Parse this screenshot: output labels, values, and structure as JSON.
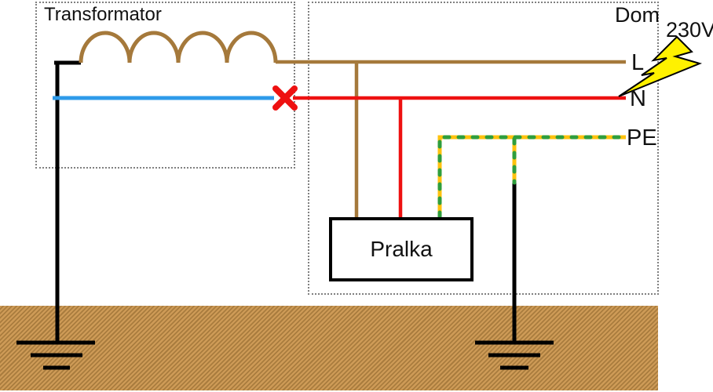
{
  "diagram": {
    "transformer": {
      "label": "Transformator"
    },
    "house": {
      "label": "Dom"
    },
    "voltage": {
      "label": "230V"
    },
    "conductors": {
      "line": "L",
      "neutral": "N",
      "protective_earth": "PE"
    },
    "appliance": {
      "label": "Pralka"
    }
  },
  "icons": {
    "lightning_bolt": "lightning-bolt-icon",
    "earth_ground": "earth-ground-symbol",
    "neutral_break": "broken-neutral-x-icon",
    "coil": "transformer-winding-coil"
  },
  "colors": {
    "line-brown": "#A5793B",
    "neutral-red": "#EE1111",
    "source-blue": "#2F9BEA",
    "pe-yellow": "#FFC20E",
    "pe-green": "#2F9E3C",
    "bolt-yellow": "#FFF100",
    "earth-black": "#000000",
    "ground-light": "#CE9B57",
    "ground-dark": "#A97C3E"
  }
}
